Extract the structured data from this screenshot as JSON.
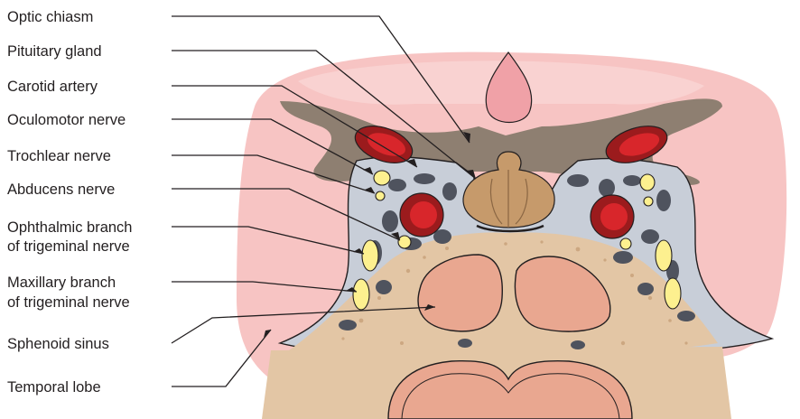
{
  "labels": {
    "optic_chiasm": "Optic chiasm",
    "pituitary_gland": "Pituitary gland",
    "carotid_artery": "Carotid artery",
    "oculomotor_nerve": "Oculomotor nerve",
    "trochlear_nerve": "Trochlear nerve",
    "abducens_nerve": "Abducens nerve",
    "ophthalmic_line1": "Ophthalmic branch",
    "ophthalmic_line2": "of trigeminal nerve",
    "maxillary_line1": "Maxillary branch",
    "maxillary_line2": "of trigeminal nerve",
    "sphenoid_sinus": "Sphenoid sinus",
    "temporal_lobe": "Temporal lobe"
  },
  "colors": {
    "brain": "#f7c4c3",
    "brain_dark": "#f0a9aa",
    "dura": "#8e7f71",
    "sinus_fill": "#c8ced8",
    "venous_blob": "#4f535e",
    "artery_dark": "#9b1b1d",
    "artery_light": "#d8262b",
    "nerve": "#fdf08f",
    "pituitary": "#c69a6b",
    "bone": "#e3c6a5",
    "bone_speck": "#c9a27b",
    "sphenoid": "#e9a790",
    "leader": "#231f20"
  }
}
